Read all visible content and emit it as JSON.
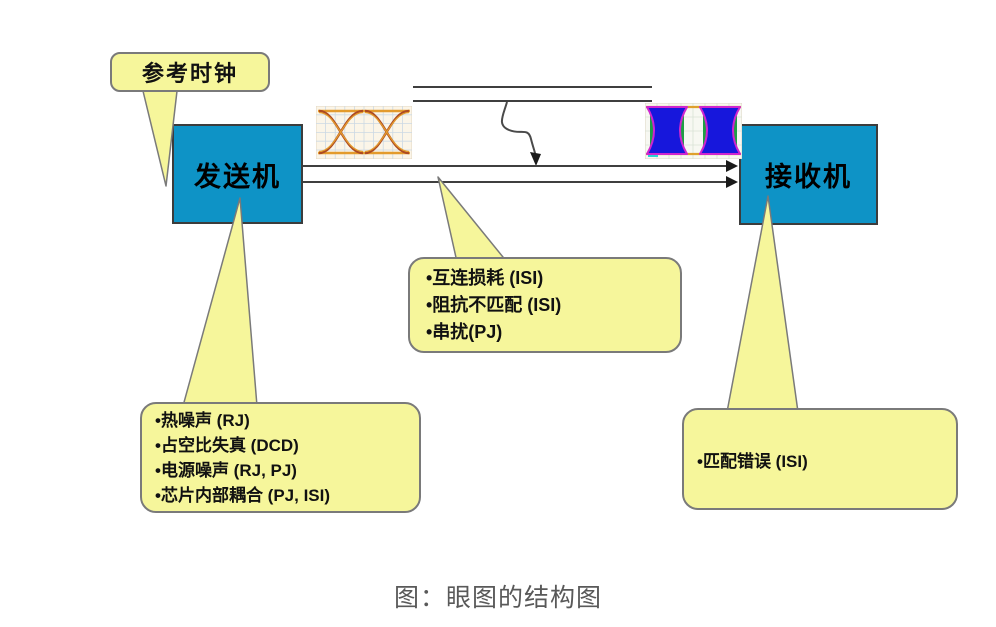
{
  "figure": {
    "caption": "图：眼图的结构图",
    "reference_clock_label": "参考时钟",
    "transmitter_label": "发送机",
    "receiver_label": "接收机",
    "channel_callout": {
      "items": [
        "•互连损耗 (ISI)",
        "•阻抗不匹配 (ISI)",
        "•串扰(PJ)"
      ]
    },
    "transmitter_callout": {
      "items": [
        "•热噪声 (RJ)",
        "•占空比失真 (DCD)",
        "•电源噪声 (RJ, PJ)",
        "•芯片内部耦合 (PJ, ISI)"
      ]
    },
    "receiver_callout": {
      "items": [
        "•匹配错误 (ISI)"
      ]
    },
    "icons": {
      "tx_eye": "eye-diagram-clean-icon",
      "rx_eye": "eye-diagram-degraded-icon"
    },
    "colors": {
      "box_fill": "#0e93c6",
      "callout_fill": "#f6f69b",
      "callout_border": "#7a7a7a",
      "connector_line": "#3f3f3f",
      "caption_text": "#595959"
    }
  }
}
